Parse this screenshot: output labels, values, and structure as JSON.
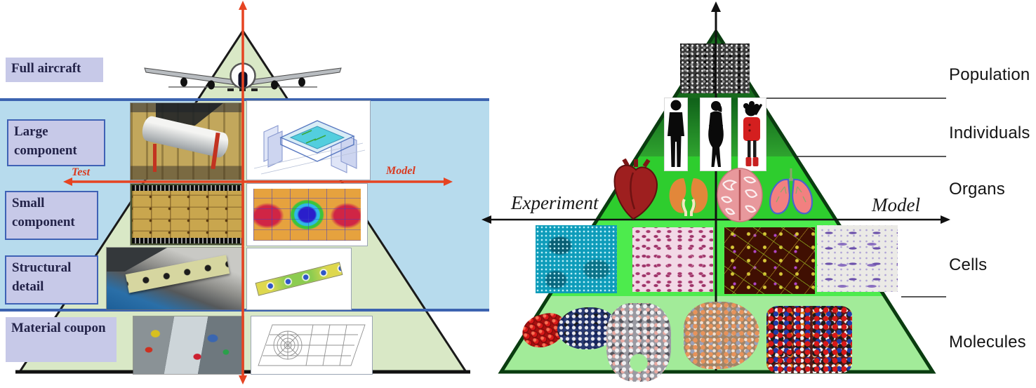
{
  "left_pyramid": {
    "levels": [
      "Full aircraft",
      "Large component",
      "Small component",
      "Structural detail",
      "Material coupon"
    ],
    "axis": {
      "left": "Test",
      "right": "Model"
    },
    "images": {
      "large_component_test": "fuselage-section-test-photo",
      "large_component_model": "fuselage-section-cad-model",
      "small_component_test": "stiffened-panel-test-photo",
      "small_component_model": "panel-buckling-contour-plot",
      "structural_detail_test": "joint-specimen-test-photo",
      "structural_detail_model": "joint-strip-fem-model",
      "material_coupon_test": "coupon-test-machine-photo",
      "material_coupon_model": "coupon-fem-mesh"
    },
    "colors": {
      "band_blue": "#b7dbed",
      "pyramid_fill": "#d9e8c6",
      "label_box": "#c7c9e8",
      "line_blue": "#3c63b0",
      "arrow_red": "#e64422"
    }
  },
  "right_pyramid": {
    "levels": [
      "Population",
      "Individuals",
      "Organs",
      "Cells",
      "Molecules"
    ],
    "axis": {
      "left": "Experiment",
      "right": "Model"
    },
    "images": {
      "population": "crowd-photo",
      "individuals": [
        "man-silhouette",
        "woman-silhouette",
        "child-silhouette"
      ],
      "organs": [
        "heart-icon",
        "kidneys-icon",
        "brain-icon",
        "lungs-icon"
      ],
      "cells": [
        "teal-micrograph",
        "blood-smear-micrograph",
        "neuron-fluorescence-micrograph",
        "fibroblast-micrograph"
      ],
      "molecules": [
        "atp-molecule",
        "protein-molecule",
        "macromolecule-complex",
        "dna-molecule"
      ]
    },
    "colors": {
      "population_band": "#176a1d",
      "individuals_band": "#1f8c1f",
      "organs_band": "#2ecd2e",
      "cells_band": "#4deb4d",
      "molecules_band": "#a2eb99",
      "edge": "#0a3c10"
    }
  }
}
